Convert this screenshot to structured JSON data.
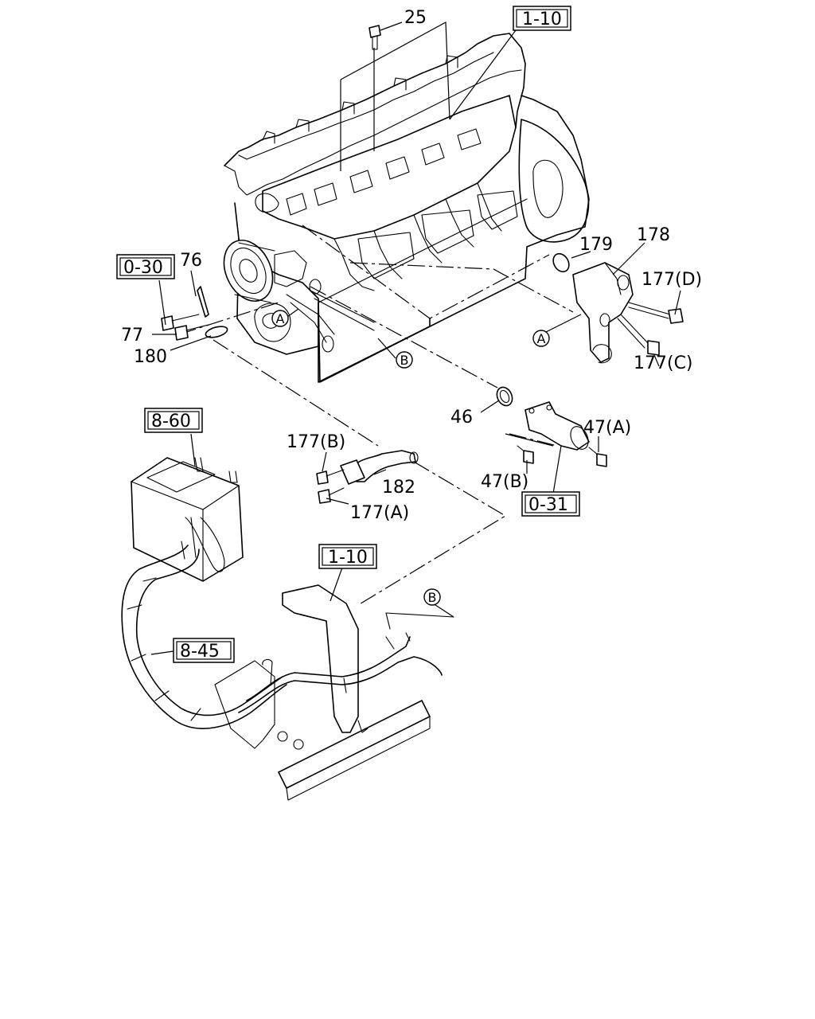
{
  "callouts": {
    "p25": "25",
    "p178": "178",
    "p179": "179",
    "p177d": "177(D)",
    "p177c": "177(C)",
    "p76": "76",
    "p77": "77",
    "p180": "180",
    "p46": "46",
    "p177b": "177(B)",
    "p182": "182",
    "p177a": "177(A)",
    "p47a": "47(A)",
    "p47b": "47(B)",
    "p8_45": "8-45"
  },
  "ref_boxes": {
    "r1_10_top": "1-10",
    "r0_30": "0-30",
    "r8_60": "8-60",
    "r0_31": "0-31",
    "r1_10_mid": "1-10",
    "r8_45": "8-45"
  },
  "circle_markers": {
    "a_engine": "A",
    "a_housing": "A",
    "b_engine": "B",
    "b_frame": "B"
  }
}
